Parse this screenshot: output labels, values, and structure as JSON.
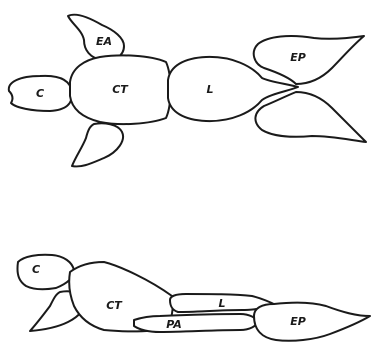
{
  "top_view": {
    "labels": {
      "c": "C",
      "ct": "CT",
      "ea": "EA",
      "l": "L",
      "ep": "EP"
    }
  },
  "side_view": {
    "labels": {
      "c": "C",
      "ct": "CT",
      "l": "L",
      "pa": "PA",
      "ep": "EP"
    }
  }
}
